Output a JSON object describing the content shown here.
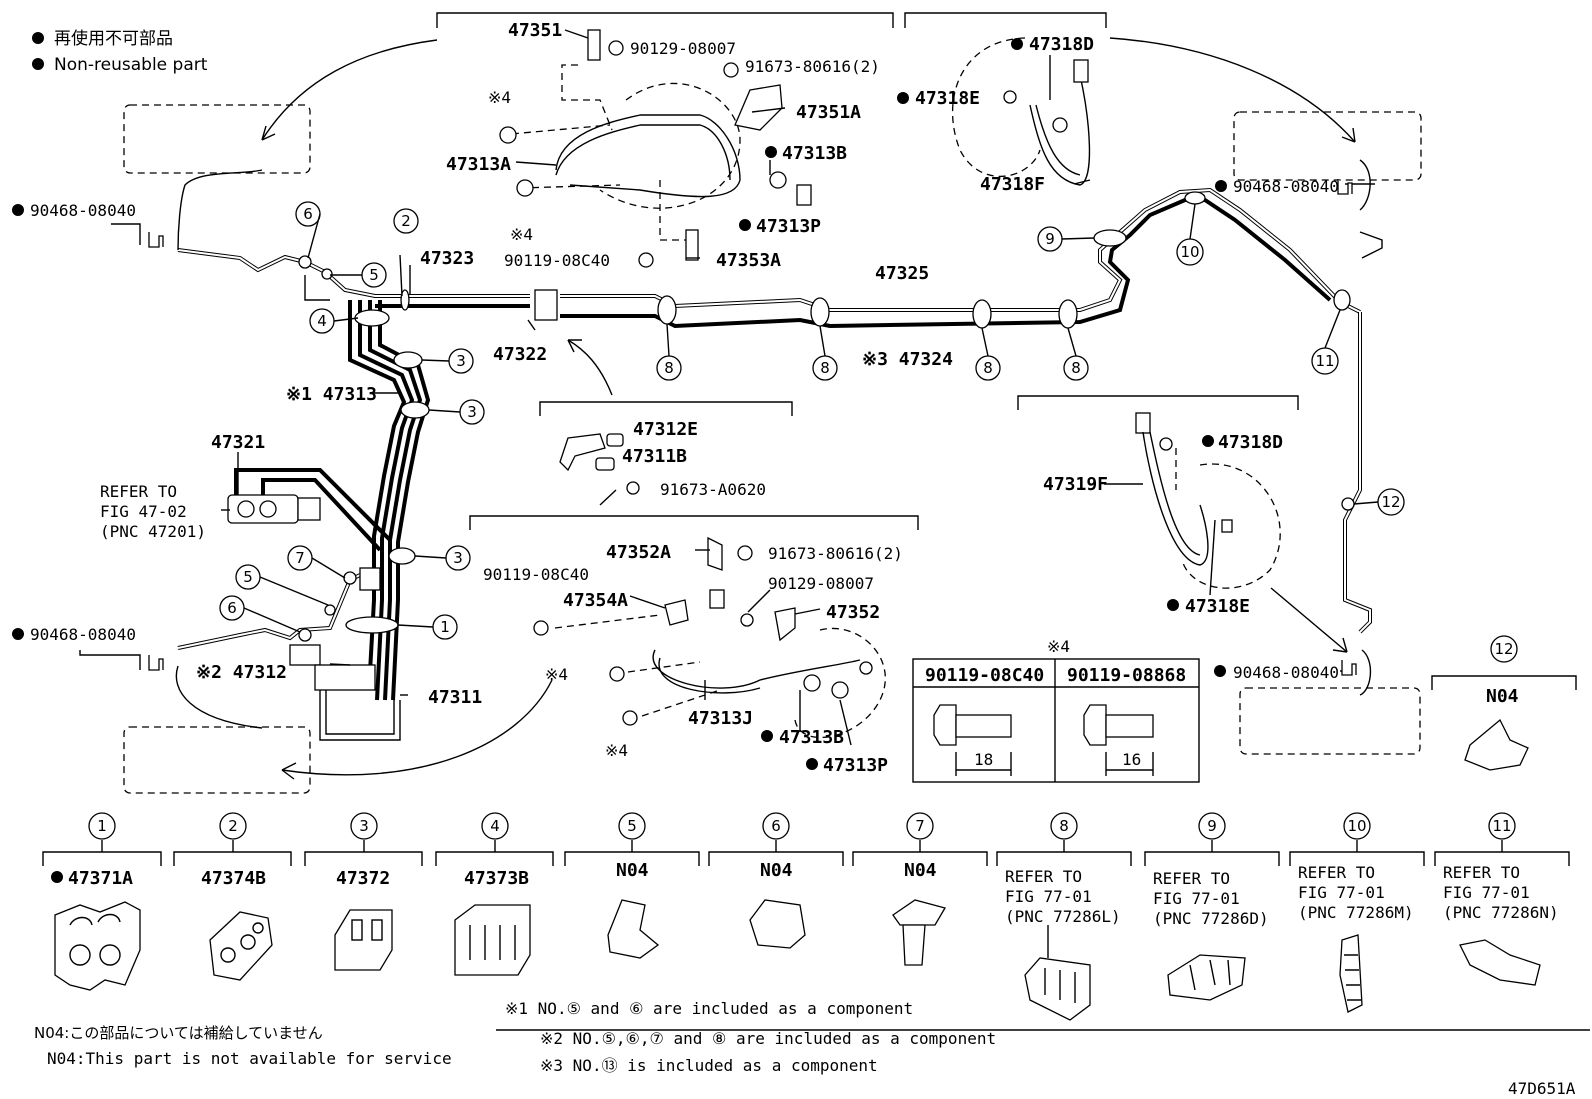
{
  "legend": {
    "jp": "再使用不可部品",
    "en": "Non-reusable part"
  },
  "labels": {
    "p47351": "47351",
    "p90129_08007_top": "90129-08007",
    "p91673_80616_top": "91673-80616(2)",
    "p47351A": "47351A",
    "p47313A": "47313A",
    "p47313B_top": "47313B",
    "p47313P_top": "47313P",
    "p90119_08C40_top": "90119-08C40",
    "p47353A": "47353A",
    "p47318D_top": "47318D",
    "p47318E_top": "47318E",
    "p47318F": "47318F",
    "p90468_left_top": "90468-08040",
    "p90468_right_top": "90468-08040",
    "p47323": "47323",
    "p47325": "47325",
    "p47322": "47322",
    "p47324": "※3 47324",
    "p47313": "※1 47313",
    "p47321": "47321",
    "refer_main_1": "REFER TO",
    "refer_main_2": "FIG 47-02",
    "refer_main_3": "(PNC 47201)",
    "p47312E": "47312E",
    "p47311B": "47311B",
    "p91673_A0620": "91673-A0620",
    "p47319F": "47319F",
    "p47318D_mid": "47318D",
    "p47318E_mid": "47318E",
    "p47352A": "47352A",
    "p91673_80616_mid": "91673-80616(2)",
    "p90119_08C40_mid": "90119-08C40",
    "p47354A": "47354A",
    "p90129_08007_mid": "90129-08007",
    "p47352": "47352",
    "p90468_left_bot": "90468-08040",
    "p47312": "※2 47312",
    "p47311": "47311",
    "p47313J": "47313J",
    "p47313B_bot": "47313B",
    "p47313P_bot": "47313P",
    "p90468_right_bot": "90468-08040",
    "note4_a": "※4",
    "note4_b": "※4",
    "note4_c": "※4",
    "note4_d": "※4",
    "n04_12": "N04"
  },
  "bolt_table": {
    "title": "※4",
    "col1": "90119-08C40",
    "col2": "90119-08868",
    "len1": "18",
    "len2": "16"
  },
  "callouts": [
    "1",
    "2",
    "3",
    "4",
    "5",
    "6",
    "7",
    "8",
    "9",
    "10",
    "11",
    "12"
  ],
  "bottom_parts": [
    {
      "num": "1",
      "name": "47371A",
      "nonreusable": true
    },
    {
      "num": "2",
      "name": "47374B"
    },
    {
      "num": "3",
      "name": "47372"
    },
    {
      "num": "4",
      "name": "47373B"
    },
    {
      "num": "5",
      "name": "N04"
    },
    {
      "num": "6",
      "name": "N04"
    },
    {
      "num": "7",
      "name": "N04"
    },
    {
      "num": "8",
      "ref1": "REFER TO",
      "ref2": "FIG 77-01",
      "ref3": "(PNC 77286L)"
    },
    {
      "num": "9",
      "ref1": "REFER TO",
      "ref2": "FIG 77-01",
      "ref3": "(PNC 77286D)"
    },
    {
      "num": "10",
      "ref1": "REFER TO",
      "ref2": "FIG 77-01",
      "ref3": "(PNC 77286M)"
    },
    {
      "num": "11",
      "ref1": "REFER TO",
      "ref2": "FIG 77-01",
      "ref3": "(PNC 77286N)"
    }
  ],
  "notes": {
    "n1": "※1 NO.⑤ and ⑥ are included as a component",
    "n2": "※2 NO.⑤,⑥,⑦ and ⑧ are included as a component",
    "n3": "※3 NO.⑬ is included as a component",
    "n04_jp": "N04:この部品については補給していません",
    "n04_en": "N04:This part is not available for service"
  },
  "figure_id": "47D651A"
}
